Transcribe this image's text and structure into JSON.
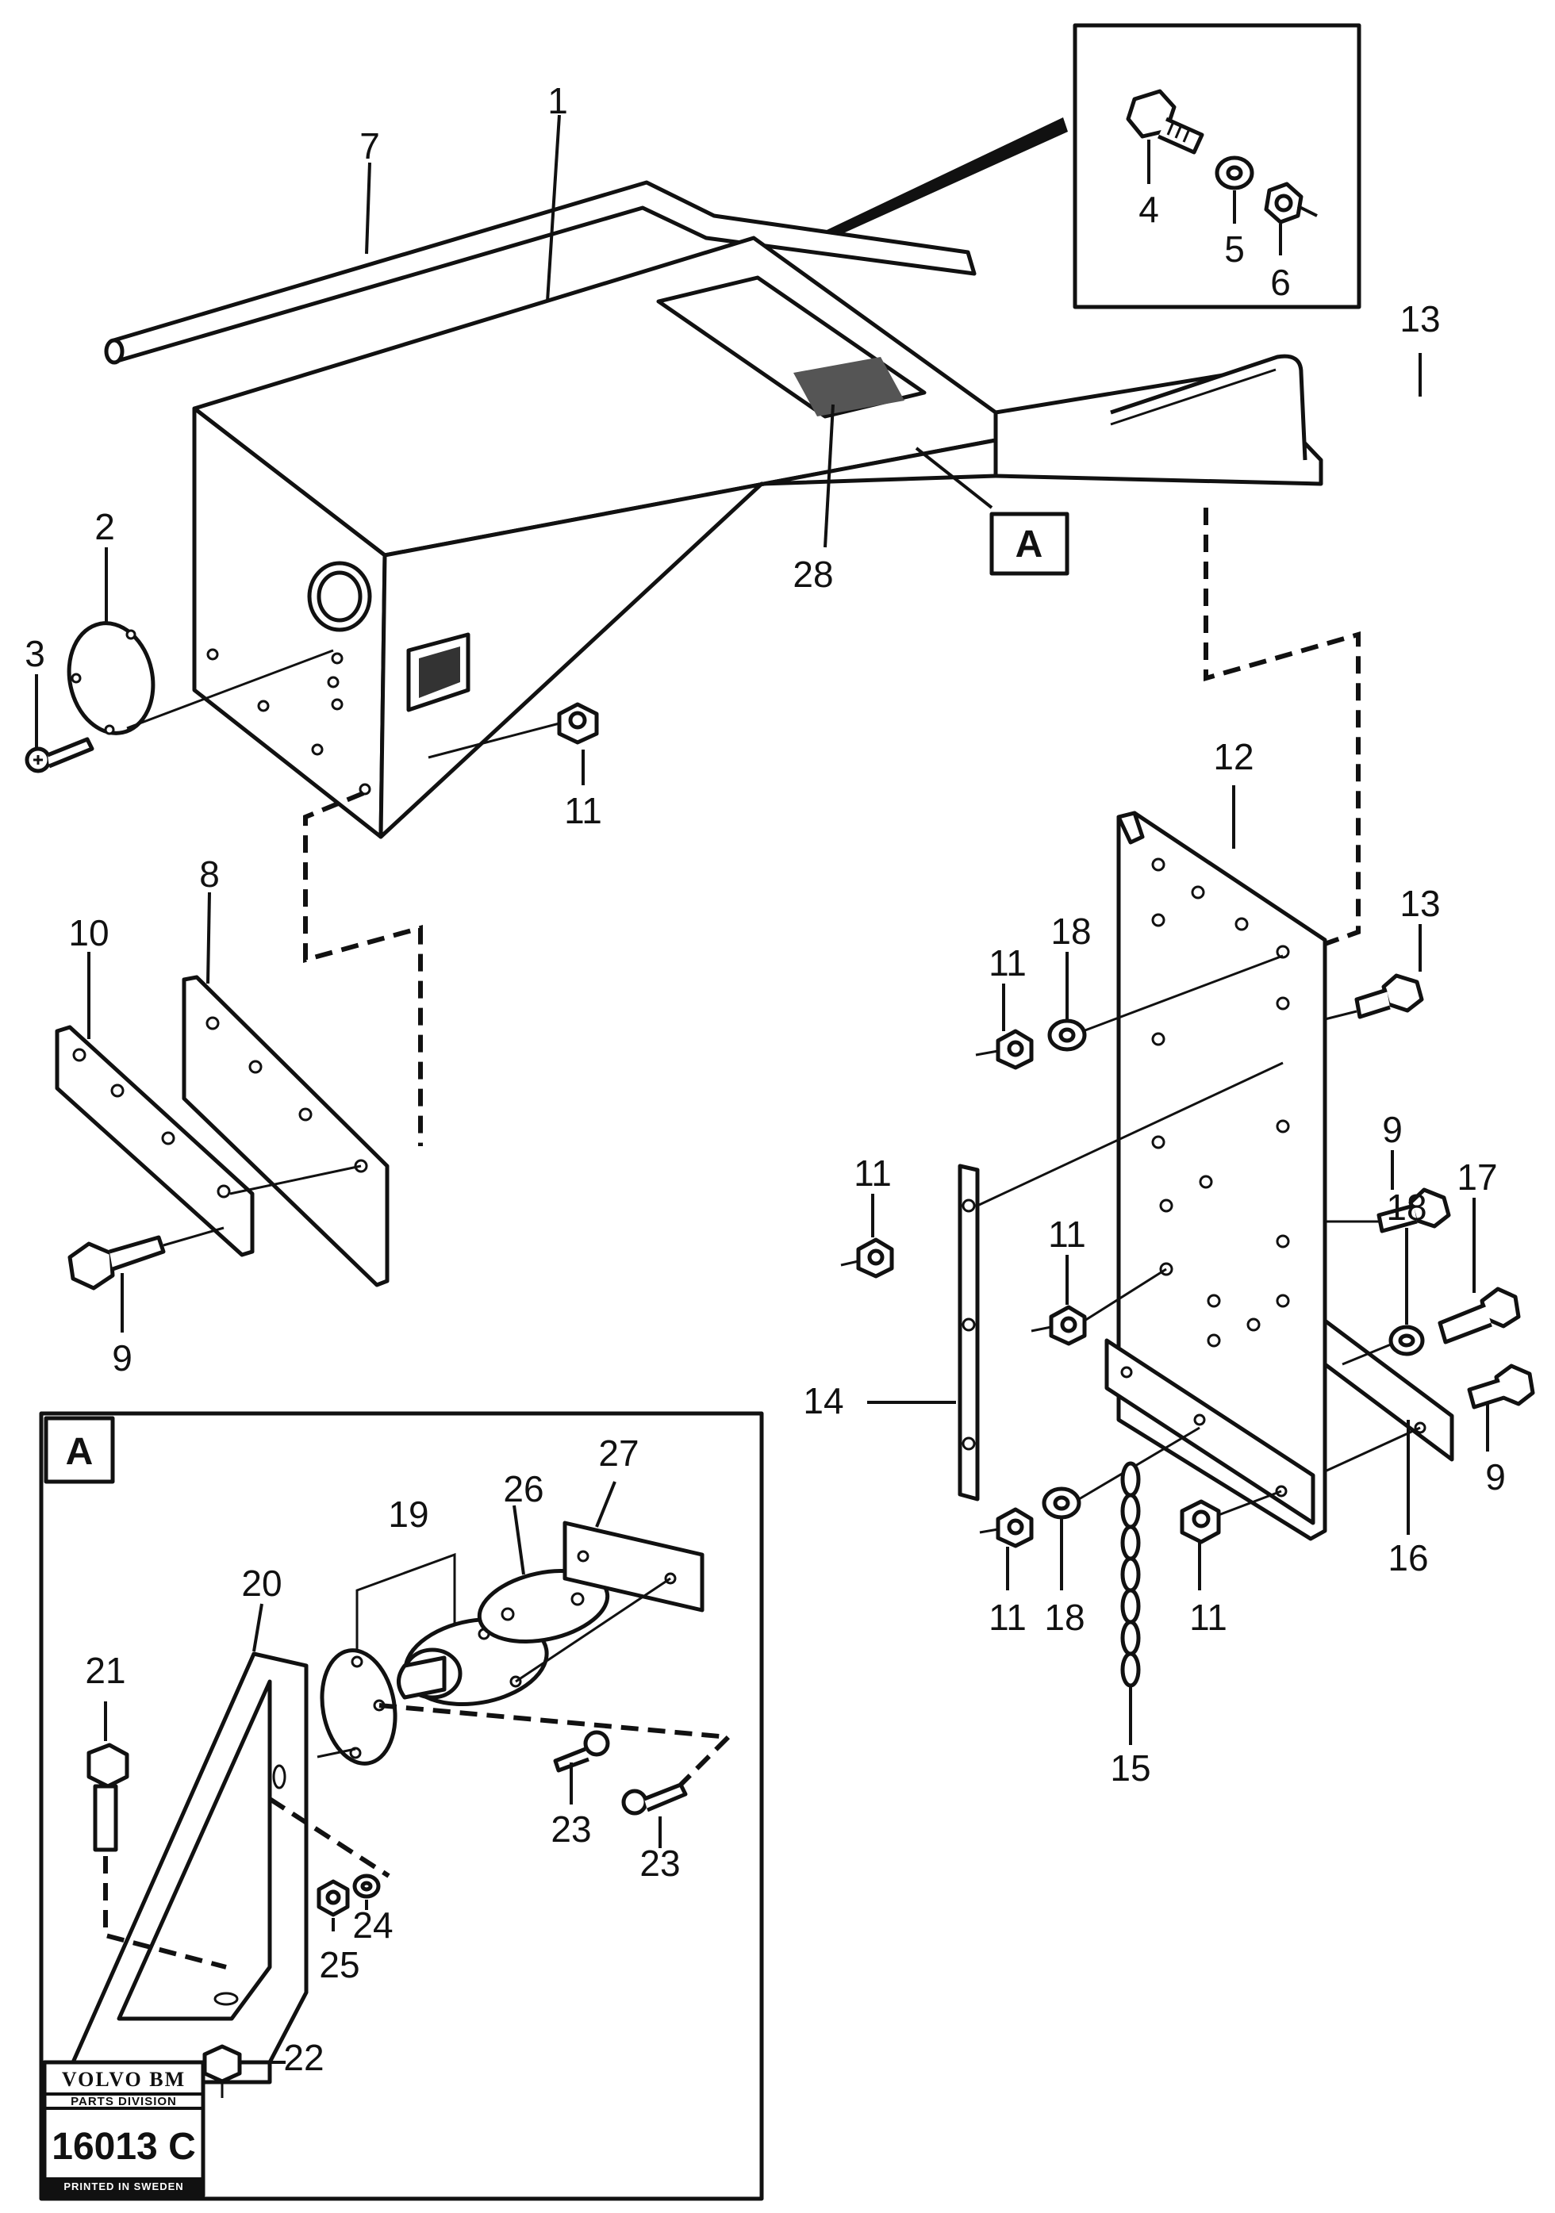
{
  "labels": {
    "l1": "1",
    "l2": "2",
    "l3": "3",
    "l4": "4",
    "l5": "5",
    "l6": "6",
    "l7": "7",
    "l8": "8",
    "l9a": "9",
    "l9b": "9",
    "l9c": "9",
    "l10": "10",
    "l11a": "11",
    "l11b": "11",
    "l11c": "11",
    "l11d": "11",
    "l11e": "11",
    "l11f": "11",
    "l12": "12",
    "l13a": "13",
    "l13b": "13",
    "l14": "14",
    "l15": "15",
    "l16": "16",
    "l17": "17",
    "l18a": "18",
    "l18b": "18",
    "l18c": "18",
    "l19": "19",
    "l20": "20",
    "l21": "21",
    "l22": "22",
    "l23a": "23",
    "l23b": "23",
    "l24": "24",
    "l25": "25",
    "l26": "26",
    "l27": "27",
    "l28": "28"
  },
  "detail": {
    "callout_letter": "A",
    "inset_letter": "A"
  },
  "logo": {
    "brand": "VOLVO BM",
    "division": "PARTS DIVISION",
    "drawing_number": "16013 C",
    "printed": "PRINTED IN SWEDEN"
  }
}
